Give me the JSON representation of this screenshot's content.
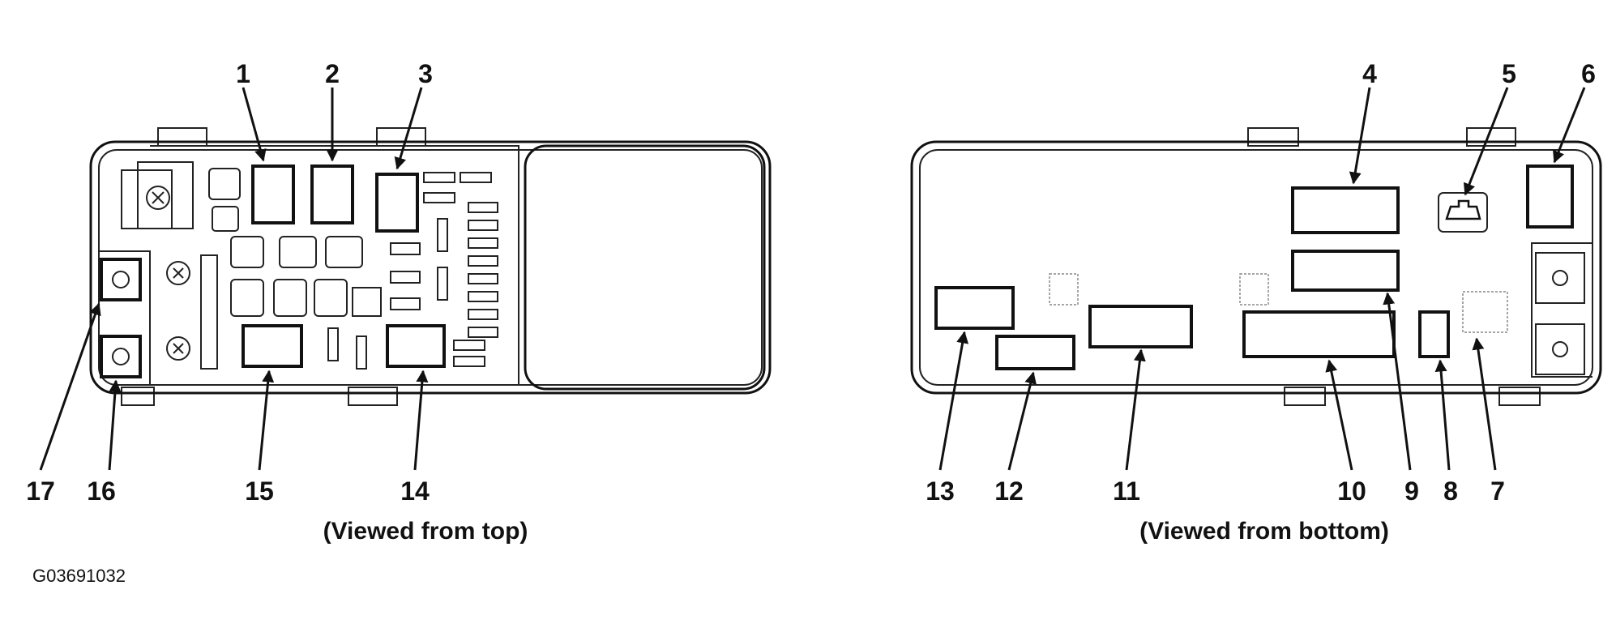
{
  "diagram": {
    "top_view": {
      "caption": "(Viewed from top)",
      "labels": [
        "1",
        "2",
        "3",
        "14",
        "15",
        "16",
        "17"
      ]
    },
    "bottom_view": {
      "caption": "(Viewed from bottom)",
      "labels": [
        "4",
        "5",
        "6",
        "7",
        "8",
        "9",
        "10",
        "11",
        "12",
        "13"
      ]
    },
    "figure_code": "G03691032"
  }
}
